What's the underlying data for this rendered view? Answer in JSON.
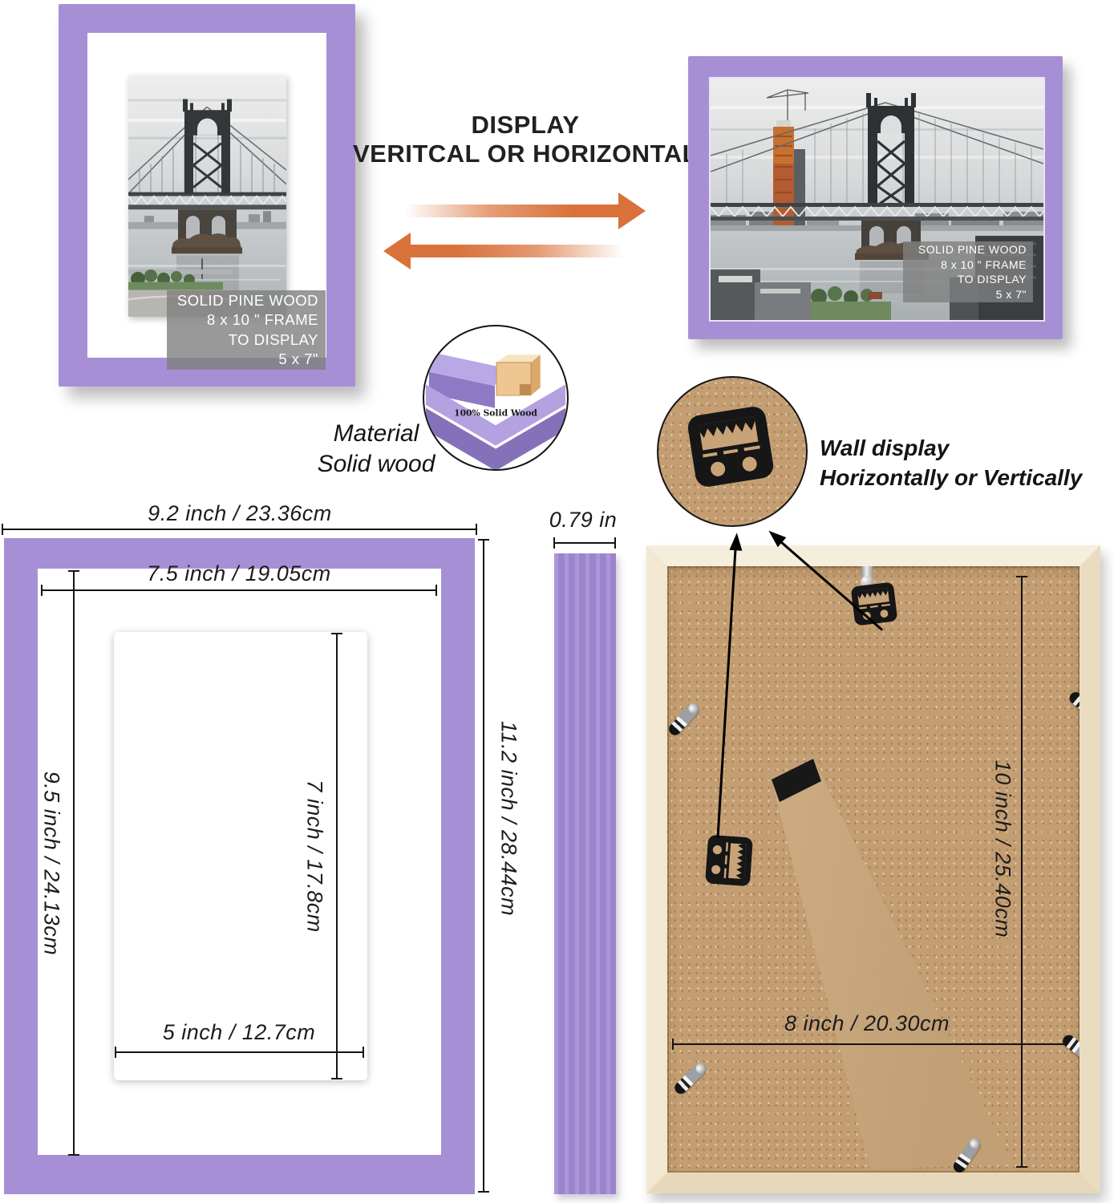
{
  "display_heading": {
    "line1": "DISPLAY",
    "line2": "VERITCAL OR HORIZONTAL"
  },
  "frame_overlay": {
    "line1": "SOLID PINE WOOD",
    "line2": "8 x 10 \" FRAME",
    "line3": "TO DISPLAY",
    "line4": "5 x 7\""
  },
  "material": {
    "circle_label": "100% Solid Wood",
    "caption_line1": "Material",
    "caption_line2": "Solid wood"
  },
  "wall_display": {
    "caption_line1": "Wall display",
    "caption_line2": "Horizontally or Vertically"
  },
  "front_dimensions": {
    "outer_width": "9.2 inch / 23.36cm",
    "mat_width": "7.5 inch / 19.05cm",
    "mat_height": "9.5 inch / 24.13cm",
    "opening_height": "7 inch / 17.8cm",
    "opening_width": "5 inch / 12.7cm",
    "outer_height": "11.2 inch / 28.44cm",
    "depth": "0.79 in"
  },
  "back_dimensions": {
    "height": "10 inch / 25.40cm",
    "width": "8 inch / 20.30cm"
  },
  "colors": {
    "frame_purple": "#a78fd6",
    "arrow_orange": "#d9713a",
    "wood": "#f2e8d4",
    "cardboard": "#c49e73",
    "overlay_gray": "#808080"
  }
}
